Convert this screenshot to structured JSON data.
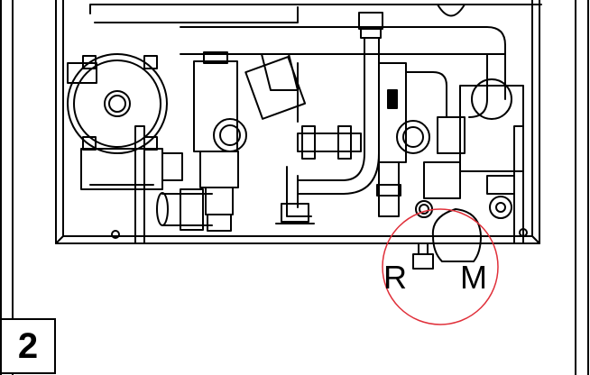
{
  "step_number": "2",
  "callouts": {
    "r_label": "R",
    "m_label": "M"
  },
  "highlight_color": "#e0303a",
  "line_color": "#000000"
}
